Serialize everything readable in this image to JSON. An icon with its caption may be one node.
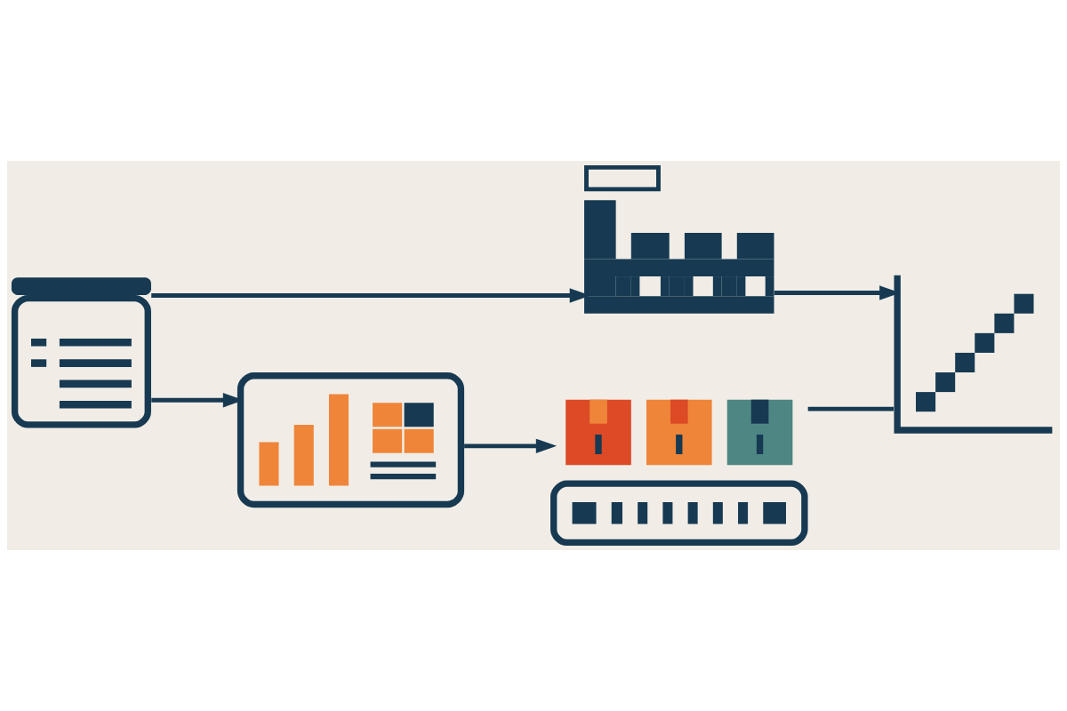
{
  "diagram": {
    "nodes": [
      {
        "text": [],
        "shape": "picture"
      },
      {
        "text": [],
        "shape": "picture"
      },
      {
        "text": [],
        "shape": "picture"
      },
      {
        "text": [],
        "shape": "picture"
      },
      {
        "text": [],
        "shape": "picture"
      }
    ],
    "edges": [
      {
        "from": 0,
        "to": 1,
        "arrow": "to"
      },
      {
        "from": 1,
        "to": 2,
        "arrow": "to"
      },
      {
        "from": 0,
        "to": 3,
        "arrow": "to"
      },
      {
        "from": 3,
        "to": 4,
        "arrow": "to"
      },
      {
        "from": 4,
        "to": 2,
        "arrow": "none"
      }
    ]
  }
}
